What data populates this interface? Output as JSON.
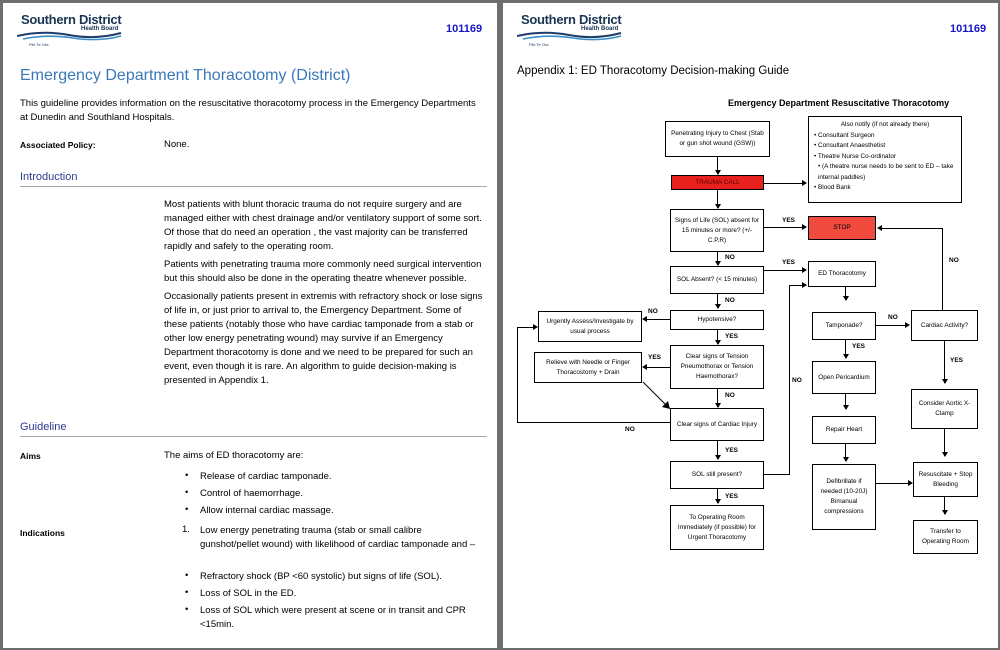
{
  "logo": {
    "name": "Southern District",
    "sub": "Health Board",
    "tagline": "Piki Te Ora"
  },
  "doc_number": "101169",
  "page1": {
    "title": "Emergency Department Thoracotomy (District)",
    "intro_text": "This guideline provides information on the resuscitative thoracotomy process in the Emergency Departments at Dunedin and Southland Hospitals.",
    "associated_policy_label": "Associated Policy:",
    "associated_policy_value": "None.",
    "introduction_heading": "Introduction",
    "intro_p1": "Most patients with blunt thoracic trauma do not require surgery and are managed either with chest drainage and/or ventilatory support of some sort. Of those that do need an operation , the vast majority can be transferred rapidly and safely to the operating room.",
    "intro_p2": "Patients with penetrating trauma more commonly need surgical intervention but this should also be done in the operating theatre whenever possible.",
    "intro_p3": "Occasionally patients present in extremis with refractory shock or lose signs of life in, or just prior to arrival to, the Emergency Department. Some of these patients (notably those who have cardiac tamponade from a stab or other low energy penetrating wound) may survive if an Emergency Department thoracotomy is done and we need to be prepared for such an event, even though it is rare. An algorithm to guide decision-making is presented in Appendix 1.",
    "guideline_heading": "Guideline",
    "aims_label": "Aims",
    "aims_intro": "The aims of ED thoracotomy are:",
    "aims_items": [
      "Release of cardiac tamponade.",
      "Control of haemorrhage.",
      "Allow internal cardiac massage."
    ],
    "indications_label": "Indications",
    "indications_num": "1.",
    "indications_first": "Low energy penetrating trauma (stab or small calibre gunshot/pellet wound) with likelihood of cardiac tamponade and –",
    "indications_items": [
      "Refractory shock (BP <60 systolic) but signs of life (SOL).",
      "Loss of SOL in the ED.",
      "Loss of SOL which were present at scene or in transit and CPR <15min."
    ]
  },
  "page2": {
    "appendix_title": "Appendix 1: ED Thoracotomy Decision-making Guide",
    "flow_title": "Emergency Department Resuscitative Thoracotomy",
    "nodes": {
      "penetrating": "Penetrating Injury to Chest (Stab or gun shot wound (GSW))",
      "trauma_call": "TRAUMA CALL",
      "signs_of_life": "Signs of Life (SOL) absent for 15 minutes or more? (+/- C.P.R)",
      "stop": "STOP",
      "sol_absent": "SOL Absent? (< 15 minutes)",
      "hypotensive": "Hypotensive?",
      "urgently": "Urgently Assess/Investigate by usual process",
      "tension": "Clear signs of Tension Pneumothorax or Tension Haemothorax?",
      "relieve": "Relieve with Needle or Finger Thoracostomy + Drain",
      "cardiac_injury": "Clear signs of Cardiac Injury",
      "sol_present": "SOL still present?",
      "to_or": "To Operating Room Immediately (if possible) for Urgent Thoracotomy",
      "notify_title": "Also notify (if not already there)",
      "notify_items": [
        "Consultant Surgeon",
        "Consultant Anaesthetist",
        "Theatre Nurse Co-ordinator",
        "(A theatre nurse needs to be sent to ED – take internal paddles)",
        "Blood Bank"
      ],
      "ed_thoracotomy": "ED Thoracotomy",
      "tamponade": "Tamponade?",
      "cardiac_activity": "Cardiac Activity?",
      "open_pericardium": "Open Pericardium",
      "repair_heart": "Repair Heart",
      "defibrillate": "Defibrillate if needed (10-20J) Bimanual compressions",
      "aortic": "Consider Aortic X-Clamp",
      "resuscitate": "Resuscitate + Stop Bleeding",
      "transfer": "Transfer to Operating Room"
    },
    "labels": {
      "yes": "YES",
      "no": "NO"
    }
  },
  "colors": {
    "title_blue": "#3b78b8",
    "heading_navy": "#2e3a8c",
    "doc_number": "#1515c8",
    "trauma_red": "#e8211e",
    "stop_red": "#f04a3e"
  }
}
